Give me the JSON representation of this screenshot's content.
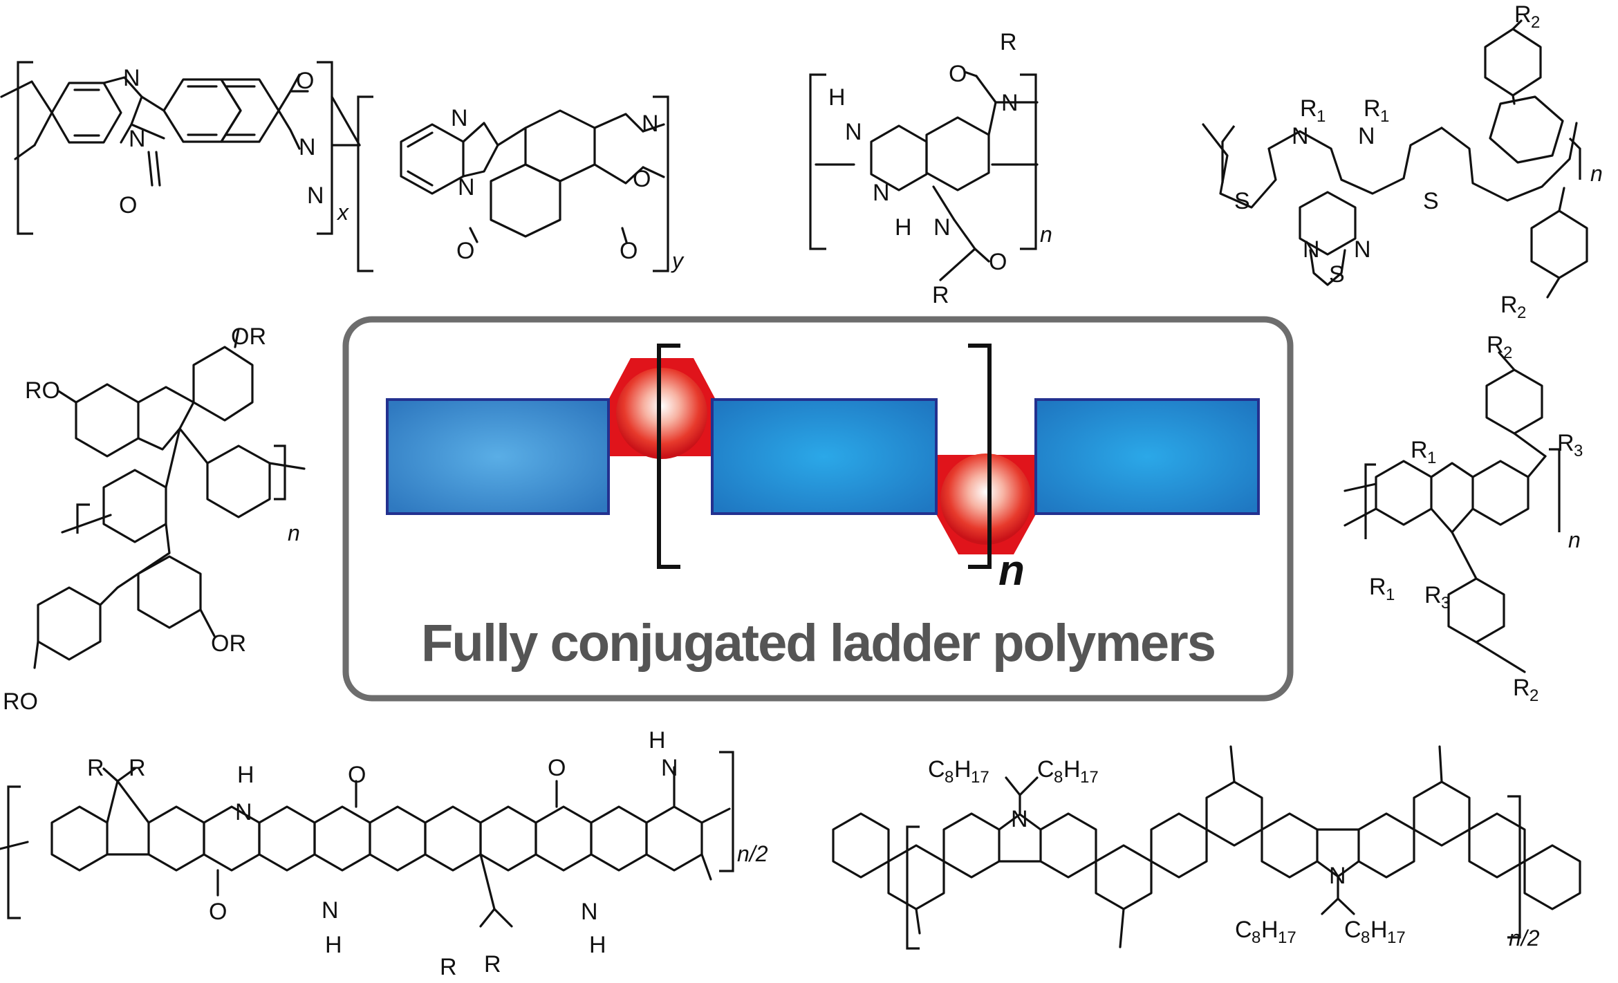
{
  "caption": "Fully conjugated ladder polymers",
  "central_index": "n",
  "colors": {
    "block_blue": "#2a85cc",
    "block_border": "#23318f",
    "node_red": "#e0141b",
    "frame": "#6d6d6d",
    "caption_gray": "#555555"
  },
  "structures": [
    {
      "id": "bbl",
      "atoms": [
        "N",
        "N",
        "O",
        "O",
        "N",
        "N",
        "N",
        "N",
        "N",
        "O",
        "O"
      ],
      "indices": [
        "x",
        "y"
      ]
    },
    {
      "id": "pyrazine-amide",
      "atoms": [
        "R",
        "O",
        "N",
        "H",
        "N",
        "N",
        "H",
        "N",
        "O",
        "R"
      ],
      "indices": [
        "n"
      ]
    },
    {
      "id": "thiophene-thiadiazole",
      "atoms": [
        "R",
        "2",
        "R",
        "1",
        "R",
        "1",
        "N",
        "N",
        "S",
        "S",
        "N",
        "S",
        "N",
        "R",
        "2"
      ],
      "indices": [
        "n"
      ]
    },
    {
      "id": "spiro-fluorene",
      "atoms": [
        "OR",
        "RO",
        "OR",
        "RO"
      ],
      "indices": [
        "n"
      ]
    },
    {
      "id": "indenofluorene",
      "atoms": [
        "R",
        "2",
        "R",
        "1",
        "R",
        "3",
        "R",
        "1",
        "R",
        "3",
        "R",
        "2"
      ],
      "indices": [
        "n"
      ]
    },
    {
      "id": "quinacridone",
      "atoms": [
        "R",
        "R",
        "H",
        "N",
        "O",
        "H",
        "N",
        "O",
        "N",
        "H",
        "N",
        "H",
        "O",
        "R",
        "R"
      ],
      "indices": [
        "n/2"
      ]
    },
    {
      "id": "carbazole-ladder",
      "atoms": [
        "C",
        "8",
        "H",
        "17",
        "C",
        "8",
        "H",
        "17",
        "N",
        "N",
        "C",
        "8",
        "H",
        "17",
        "C",
        "8",
        "H",
        "17"
      ],
      "indices": [
        "n/2"
      ]
    }
  ]
}
